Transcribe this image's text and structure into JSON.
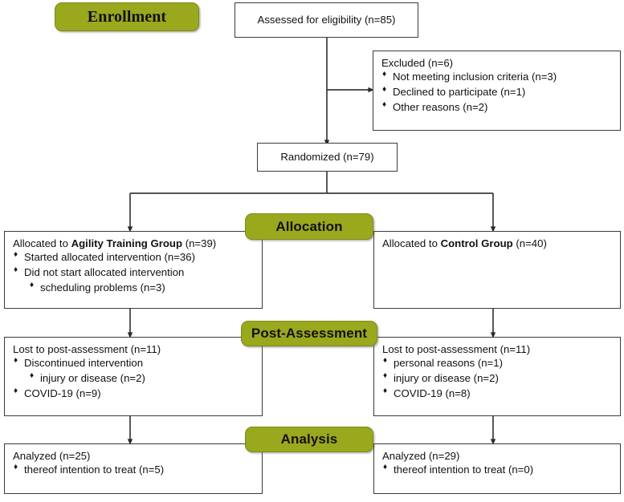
{
  "diagram": {
    "title": "CONSORT participant flow diagram",
    "accent_color": "#9aa81e",
    "border_color": "#3b3b3b",
    "background_color": "#ffffff"
  },
  "stage_labels": {
    "enrollment": "Enrollment",
    "allocation": "Allocation",
    "post_assessment": "Post-Assessment",
    "analysis": "Analysis"
  },
  "nodes": {
    "assessed": {
      "title": "Assessed for eligibility (n=85)"
    },
    "excluded": {
      "title": "Excluded (n=6)",
      "items": [
        "Not meeting inclusion criteria (n=3)",
        "Declined to participate (n=1)",
        "Other reasons (n=2)"
      ]
    },
    "randomized": {
      "title": "Randomized  (n=79)"
    },
    "allocation_left": {
      "title_prefix": "Allocated to ",
      "title_bold": "Agility Training Group",
      "title_suffix": " (n=39)",
      "items": [
        "Started allocated intervention  (n=36)",
        "Did not start allocated intervention"
      ],
      "sub_items": [
        "scheduling problems (n=3)"
      ]
    },
    "allocation_right": {
      "title_prefix": "Allocated to ",
      "title_bold": "Control Group",
      "title_suffix": " (n=40)",
      "items": [],
      "sub_items": []
    },
    "post_left": {
      "title": "Lost to post-assessment (n=11)",
      "items": [
        "Discontinued intervention"
      ],
      "sub_items": [
        "injury or disease (n=2)"
      ],
      "items_after": [
        "COVID-19  (n=9)"
      ]
    },
    "post_right": {
      "title": "Lost to post-assessment (n=11)",
      "items": [
        "personal reasons (n=1)",
        "injury or disease (n=2)",
        "COVID-19  (n=8)"
      ]
    },
    "analysis_left": {
      "title": "Analyzed (n=25)",
      "items": [
        "thereof intention to treat (n=5)"
      ]
    },
    "analysis_right": {
      "title": "Analyzed (n=29)",
      "items": [
        "thereof intention to treat (n=0)"
      ]
    }
  }
}
